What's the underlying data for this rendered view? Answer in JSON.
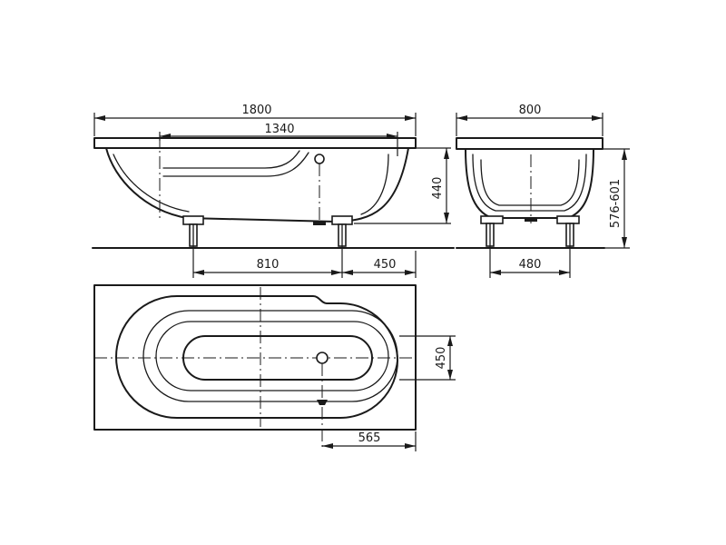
{
  "dimensions": {
    "overall_length": "1800",
    "inner_length": "1340",
    "side_height": "440",
    "foot_spacing": "810",
    "foot_to_end": "450",
    "overall_width": "800",
    "foot_width": "480",
    "height_range": "576-601",
    "plan_width": "450",
    "drain_offset": "565"
  }
}
